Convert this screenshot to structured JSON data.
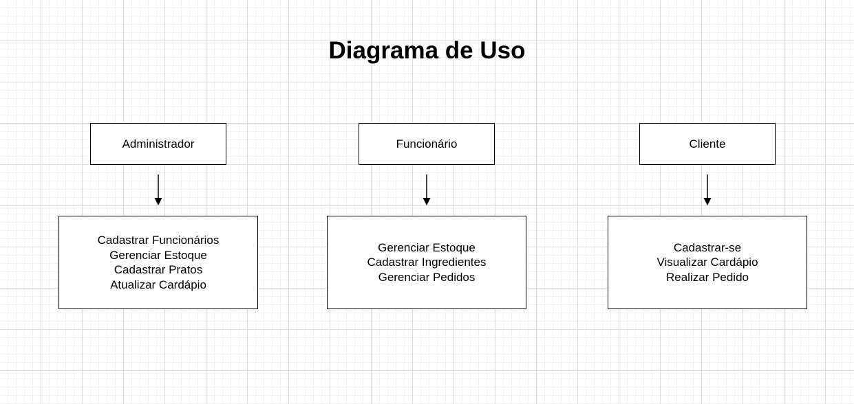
{
  "title": "Diagrama de Uso",
  "actors": [
    {
      "name": "Administrador",
      "use_cases": [
        "Cadastrar Funcionários",
        "Gerenciar Estoque",
        "Cadastrar Pratos",
        "Atualizar Cardápio"
      ]
    },
    {
      "name": "Funcionário",
      "use_cases": [
        "Gerenciar Estoque",
        "Cadastrar Ingredientes",
        "Gerenciar Pedidos"
      ]
    },
    {
      "name": "Cliente",
      "use_cases": [
        "Cadastrar-se",
        "Visualizar Cardápio",
        "Realizar Pedido"
      ]
    }
  ],
  "colors": {
    "line": "#000000",
    "box_fill": "#ffffff",
    "grid": "#dcdcdc"
  }
}
